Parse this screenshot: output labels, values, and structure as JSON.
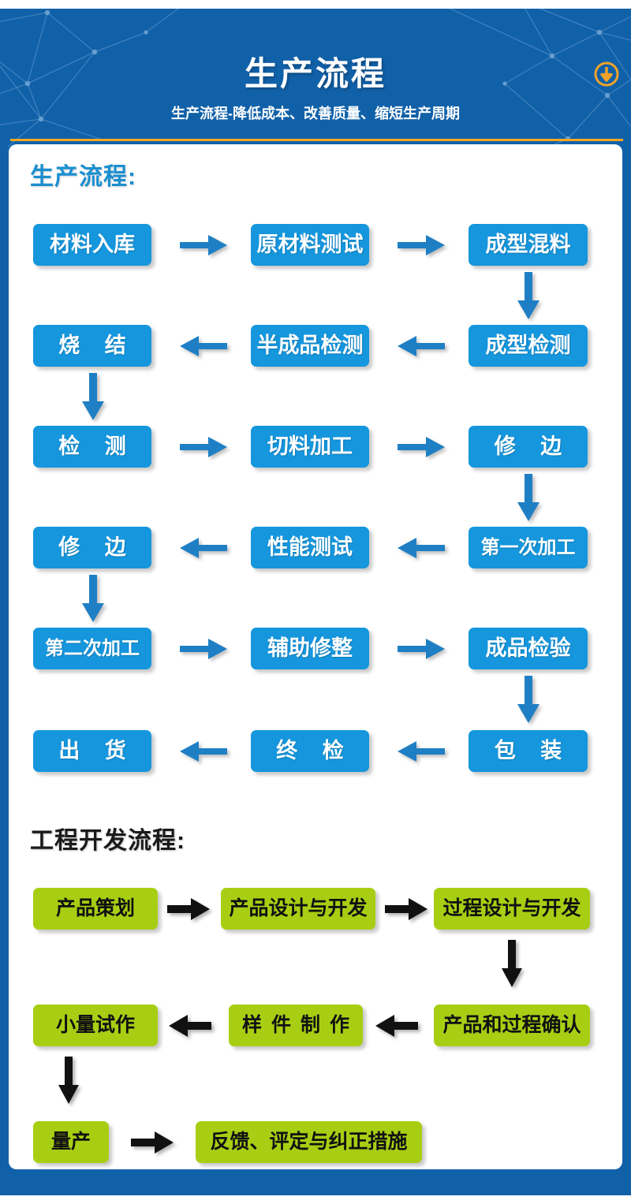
{
  "header": {
    "title": "生产流程",
    "subtitle": "生产流程-降低成本、改善质量、缩短生产周期",
    "download_icon": "download-circle-icon",
    "bg_color": "#1161a9",
    "accent_color": "#f5a623"
  },
  "sections": [
    {
      "id": "production",
      "heading": "生产流程:",
      "heading_color": "#1a8fd0",
      "box_color": "#1596dd",
      "box_text_color": "#ffffff",
      "arrow_color": "#1f7fc4",
      "rows": [
        {
          "direction": "right",
          "boxes": [
            "材料入库",
            "原材料测试",
            "成型混料"
          ]
        },
        {
          "direction": "left",
          "boxes": [
            "烧 结",
            "半成品检测",
            "成型检测"
          ]
        },
        {
          "direction": "right",
          "boxes": [
            "检 测",
            "切料加工",
            "修 边"
          ]
        },
        {
          "direction": "left",
          "boxes": [
            "修 边",
            "性能测试",
            "第一次加工"
          ]
        },
        {
          "direction": "right",
          "boxes": [
            "第二次加工",
            "辅助修整",
            "成品检验"
          ]
        },
        {
          "direction": "left",
          "boxes": [
            "出 货",
            "终 检",
            "包 装"
          ]
        }
      ]
    },
    {
      "id": "engineering",
      "heading": "工程开发流程:",
      "heading_color": "#1a1a1a",
      "box_color": "#a8ce13",
      "box_text_color": "#111111",
      "arrow_color": "#111111",
      "rows": [
        {
          "direction": "right",
          "boxes": [
            "产品策划",
            "产品设计与开发",
            "过程设计与开发"
          ]
        },
        {
          "direction": "left",
          "boxes": [
            "小量试作",
            "样件制作",
            "产品和过程确认"
          ]
        },
        {
          "direction": "right",
          "boxes": [
            "量产",
            "反馈、评定与纠正措施"
          ]
        }
      ]
    }
  ]
}
